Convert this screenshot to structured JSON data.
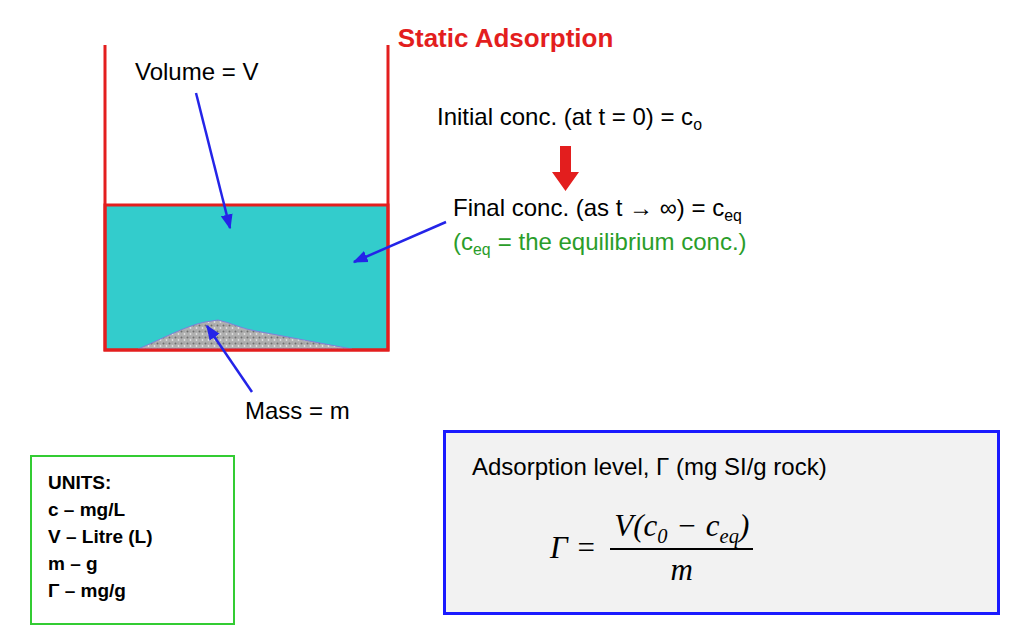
{
  "diagram": {
    "title": "Static Adsorption",
    "nodes": [
      {
        "text": [
          "UNITS:",
          "c – mg/L",
          "V – Litre (L)",
          "m – g",
          "Γ – mg/g"
        ]
      },
      {
        "text": [
          "Adsorption level, Γ (mg SI/g rock)",
          "Γ =",
          "V(c",
          "0",
          "−",
          "c",
          "eq",
          ")",
          "m"
        ]
      }
    ],
    "labels": [
      "Volume = V",
      "Initial conc. (at t = 0) = c",
      "o",
      "Final conc. (as t → ∞) = c",
      "eq",
      "(c",
      "eq",
      "= the equilibrium conc.)",
      "Mass = m"
    ]
  }
}
